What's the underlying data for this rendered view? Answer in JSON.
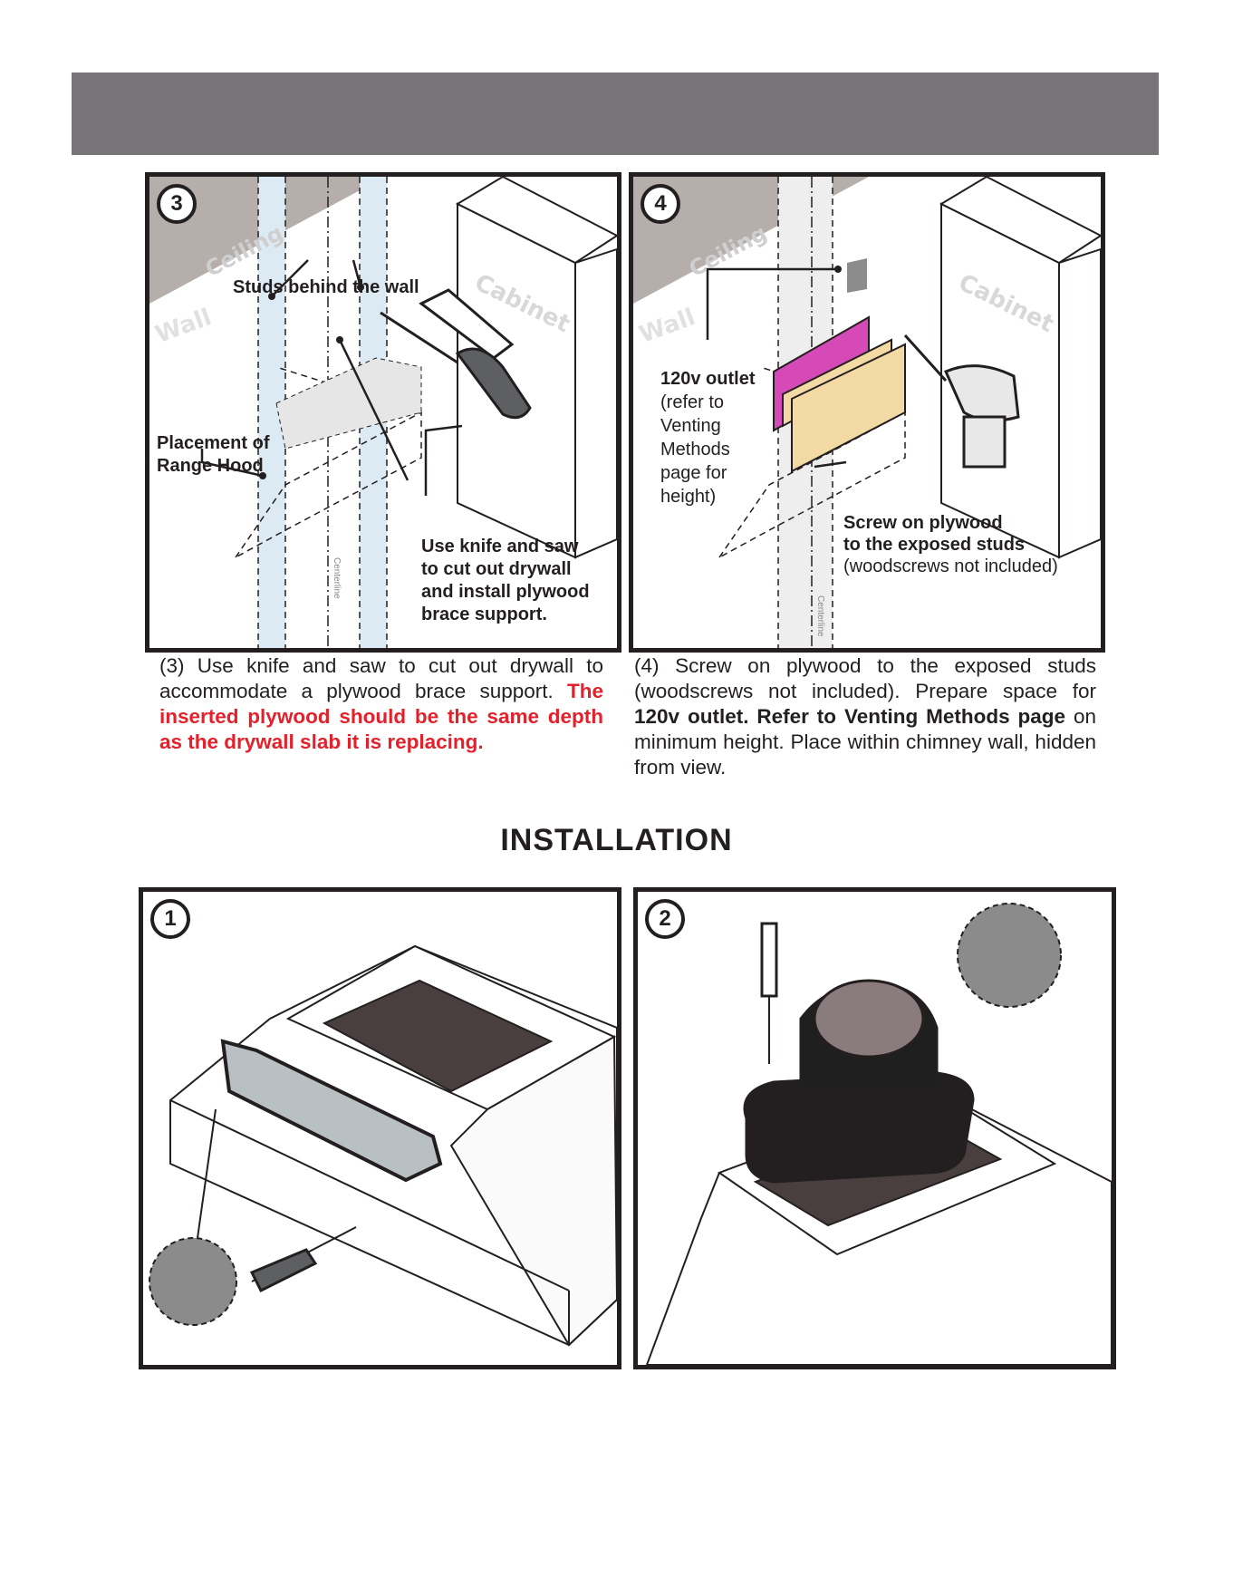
{
  "panels": {
    "p3": {
      "number": "3",
      "tags": {
        "ceiling": "Ceiling",
        "wall": "Wall",
        "cabinet": "Cabinet"
      },
      "labels": {
        "studs": "Studs behind the wall",
        "placement_line1": "Placement of",
        "placement_line2": "Range Hood",
        "knife_line1": "Use knife and saw",
        "knife_line2": "to cut out drywall",
        "knife_line3": "and install plywood",
        "knife_line4": "brace support.",
        "centerline": "Centerline"
      }
    },
    "p4": {
      "number": "4",
      "tags": {
        "ceiling": "Ceiling",
        "wall": "Wall",
        "cabinet": "Cabinet"
      },
      "labels": {
        "outlet_title": "120v outlet",
        "outlet_l1": "(refer to",
        "outlet_l2": "Venting",
        "outlet_l3": "Methods",
        "outlet_l4": "page for",
        "outlet_l5": "height)",
        "screw_l1": "Screw on plywood",
        "screw_l2": "to the exposed studs",
        "screw_l3": "(woodscrews not included)",
        "centerline": "Centerline"
      }
    },
    "p1": {
      "number": "1"
    },
    "p2": {
      "number": "2"
    }
  },
  "captions": {
    "c3": {
      "text": "(3) Use knife and saw to cut out drywall to accommodate a plywood brace support.",
      "warning": "The inserted plywood should be the same depth as the drywall slab it is replacing."
    },
    "c4": {
      "text_a": "(4) Screw on plywood to the exposed studs (woodscrews not included). Prepare space for",
      "bold": "120v outlet. Refer to Venting Methods page",
      "text_b": "on minimum height. Place within chimney wall, hidden from view."
    }
  },
  "section_title": "INSTALLATION",
  "colors": {
    "header": "#767476",
    "warning": "#e4202a",
    "plywood": "#f3d9a4",
    "outlet": "#d64ab8",
    "stud": "#dceaf3"
  }
}
